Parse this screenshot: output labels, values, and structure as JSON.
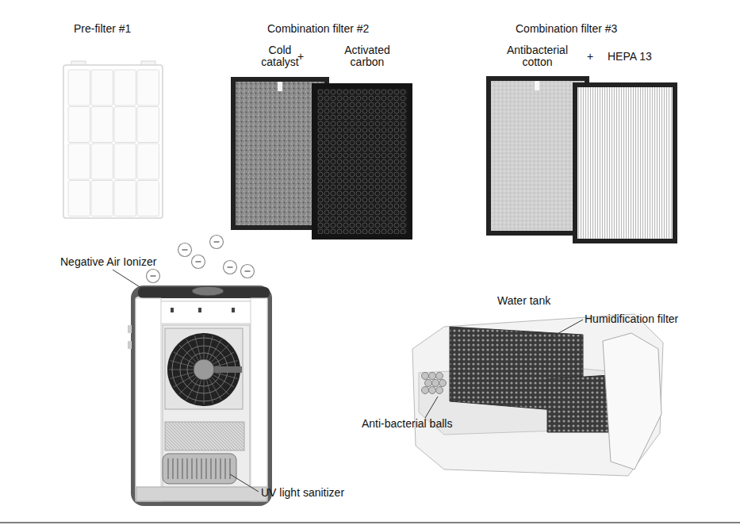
{
  "diagram": {
    "labels": [
      "Pre-filter #1",
      "Combination filter #2",
      "Cold catalyst",
      "+",
      "Activated carbon",
      "Combination filter #3",
      "Antibacterial cotton",
      "+",
      "HEPA 13",
      "Negative Air Ionizer",
      "Water tank",
      "Humidification filter",
      "Anti-bacterial balls",
      "UV light sanitizer"
    ]
  }
}
